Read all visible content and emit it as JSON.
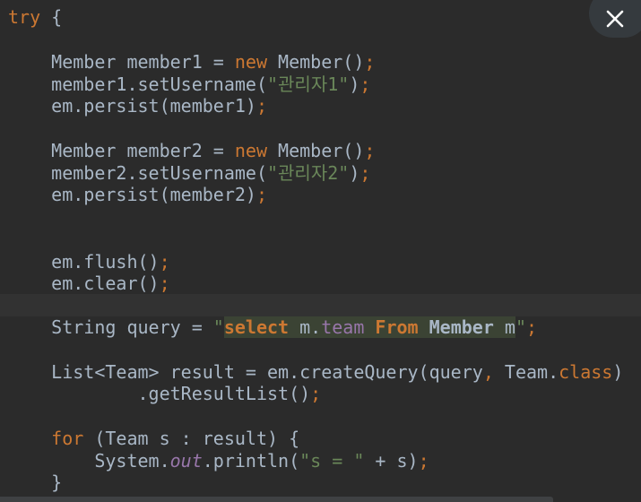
{
  "editor": {
    "language": "java",
    "colors": {
      "background": "#2b2b2b",
      "keyword": "#cc7832",
      "string": "#6a8759",
      "field": "#9876aa",
      "text": "#a9b7c6"
    },
    "lines": {
      "l01": {
        "kw_try": "try",
        "rest": " {"
      },
      "l03": {
        "a": "    Member member1 = ",
        "kw": "new",
        "b": " Member()",
        "semi": ";"
      },
      "l04": {
        "a": "    member1.setUsername(",
        "str": "\"관리자1\"",
        "b": ")",
        "semi": ";"
      },
      "l05": {
        "a": "    em.persist(member1)",
        "semi": ";"
      },
      "l07": {
        "a": "    Member member2 = ",
        "kw": "new",
        "b": " Member()",
        "semi": ";"
      },
      "l08": {
        "a": "    member2.setUsername(",
        "str": "\"관리자2\"",
        "b": ")",
        "semi": ";"
      },
      "l09": {
        "a": "    em.persist(member2)",
        "semi": ";"
      },
      "l12": {
        "a": "    em.flush()",
        "semi": ";"
      },
      "l13": {
        "a": "    em.clear()",
        "semi": ";"
      },
      "l15": {
        "a": "    String query = ",
        "q_open": "\"",
        "s_select": "select",
        "s_m1": " m.",
        "s_team": "team",
        "s_sp1": " ",
        "s_from": "From",
        "s_sp2": " ",
        "s_member": "Member",
        "s_m2": " m",
        "q_close": "\"",
        "semi": ";"
      },
      "l17": {
        "a": "    List<Team> result = em.createQuery(query",
        "comma": ",",
        "b": " Team.",
        "kw": "class",
        "c": ")"
      },
      "l18": {
        "a": "            .getResultList()",
        "semi": ";"
      },
      "l20": {
        "a": "    ",
        "kw": "for",
        "b": " (Team s : result) {"
      },
      "l21": {
        "a": "        System.",
        "fld": "out",
        "b": ".println(",
        "str": "\"s = \"",
        "c": " + s)",
        "semi": ";"
      },
      "l22": {
        "a": "    }"
      }
    }
  },
  "overlay": {
    "close_icon": "close-x-icon"
  }
}
